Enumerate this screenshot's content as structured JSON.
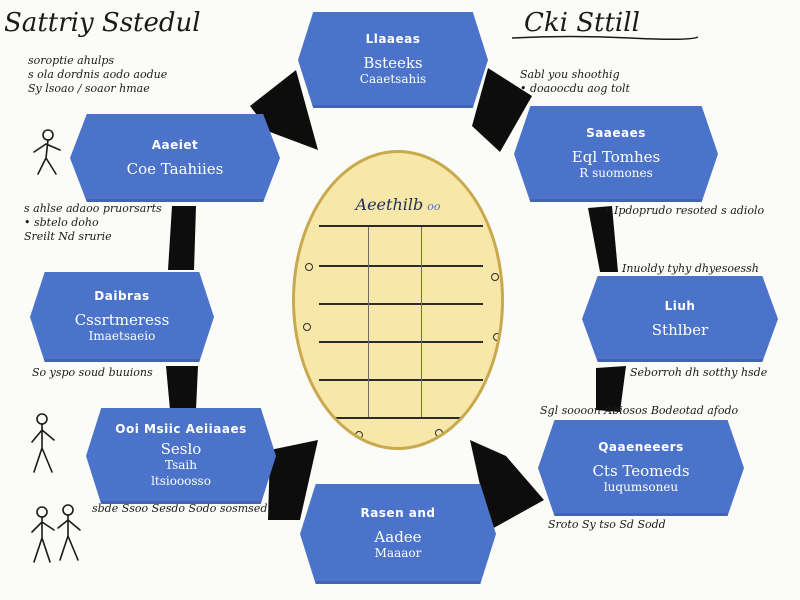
{
  "title": {
    "left": "Sattriy Sstedul",
    "right": "Cki Sttill"
  },
  "hex_blocks": [
    {
      "id": "top",
      "heading": "Llaaeas",
      "body": "Bsteeks",
      "sub": "Caaetsahis"
    },
    {
      "id": "right-upper",
      "heading": "Saaeaes",
      "body": "Eql Tomhes",
      "sub": "R suomones"
    },
    {
      "id": "right-middle",
      "heading": "Liuh",
      "body": "Sthlber",
      "sub": ""
    },
    {
      "id": "right-lower",
      "heading": "Qaaeneeers",
      "body": "Cts Teomeds",
      "sub": "luqumsoneu"
    },
    {
      "id": "bottom",
      "heading": "Rasen and",
      "body": "Aadee",
      "sub": "Maaaor"
    },
    {
      "id": "left-lower",
      "heading": "Ooi Msiic Aeiiaaes",
      "body": "Seslo",
      "sub": "Tsaih\nltsiooosso"
    },
    {
      "id": "left-middle",
      "heading": "Daibras",
      "body": "Cssrtmeress",
      "sub": "Imaetsaeio"
    },
    {
      "id": "left-upper",
      "heading": "Aaeiet",
      "body": "Coe Taahiies",
      "sub": ""
    }
  ],
  "center": {
    "title": "Aeethilb",
    "sub": "oo"
  },
  "notes": {
    "top_left": [
      "soroptie ahulps",
      "s ola dordnis aodo aodue",
      "Sy lsoao / soaor hmae"
    ],
    "top_right": [
      "Sabl you shoothig",
      "• doaoocdu aog tolt"
    ],
    "left_upper": [
      "s ahlse adaoo pruorsarts",
      "• sbtelo doho",
      "Sreilt Nd srurie"
    ],
    "right_upper": [
      "• Ipdoprudo resoted s adiolo"
    ],
    "right_middle": [
      "Inuoldy tyhy dhyesoessh"
    ],
    "left_middle": [
      "So yspo soud buuions"
    ],
    "right_lower_1": [
      "Seborroh dh sotthy hsde"
    ],
    "right_lower_2": [
      "Sgl soooon Abiosos Bodeotad afodo"
    ],
    "left_lower": [
      "sbde Ssoo Sesdo Sodo sosmsed"
    ],
    "right_bottom": [
      "Sroto Sy tso Sd Sodd"
    ]
  }
}
